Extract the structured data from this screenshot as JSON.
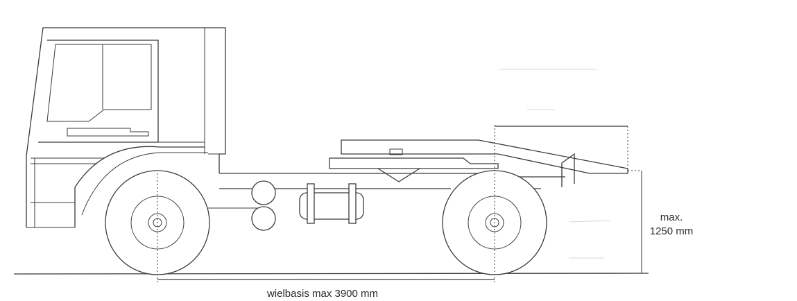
{
  "labels": {
    "wheelbase": "wielbasis max 3900 mm",
    "height_line1": "max.",
    "height_line2": "1250 mm"
  },
  "colors": {
    "line": "#3a3a3a",
    "background": "#ffffff",
    "text": "#2a2a2a"
  }
}
